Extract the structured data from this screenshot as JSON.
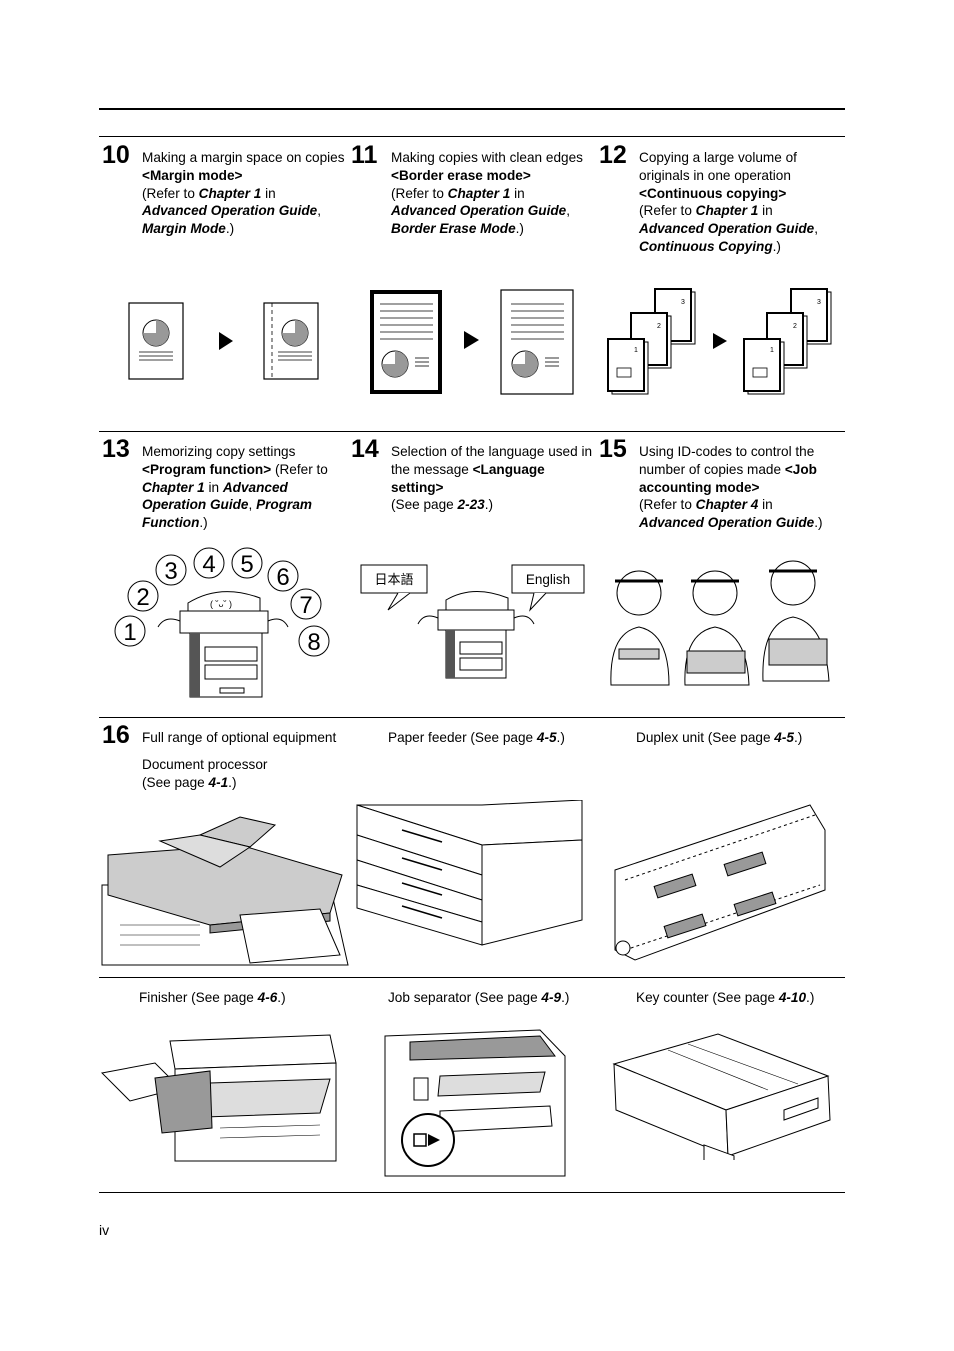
{
  "footer": {
    "page_number": "iv"
  },
  "items": {
    "i10": {
      "num": "10",
      "t1": "Making a margin space on copies ",
      "t2": "<Margin mode>",
      "t3": "(Refer to ",
      "t4": "Chapter 1",
      "t5": " in ",
      "t6": "Advanced Operation Guide",
      "t7": ",",
      "t8": "Margin Mode",
      "t9": ".)"
    },
    "i11": {
      "num": "11",
      "t1": "Making copies with clean edges ",
      "t2": "<Border erase mode>",
      "t3": "(Refer to ",
      "t4": "Chapter 1",
      "t5": " in ",
      "t6": "Advanced Operation Guide",
      "t7": ",",
      "t8": "Border Erase Mode",
      "t9": ".)"
    },
    "i12": {
      "num": "12",
      "t1": "Copying a large volume of originals in one operation ",
      "t2": "<Continuous copying>",
      "t3": "(Refer to ",
      "t4": "Chapter 1",
      "t5": " in ",
      "t6": "Advanced Operation Guide",
      "t7": ",",
      "t8": "Continuous Copying",
      "t9": ".)"
    },
    "i13": {
      "num": "13",
      "t1": "Memorizing copy settings ",
      "t2": "<Program function>",
      "t3": " (Refer to ",
      "t4": "Chapter 1",
      "t5": " in ",
      "t6": "Advanced Operation Guide",
      "t7": ", ",
      "t8": "Program Function",
      "t9": ".)"
    },
    "i14": {
      "num": "14",
      "t1": "Selection of the language used in the message ",
      "t2": "<Language setting>",
      "t3": "(See page ",
      "t4": "2-23",
      "t5": ".)"
    },
    "i15": {
      "num": "15",
      "t1": "Using ID-codes to control the number of copies made ",
      "t2": "<Job accounting mode>",
      "t3": "(Refer to ",
      "t4": "Chapter 4",
      "t5": " in ",
      "t6": "Advanced Operation Guide",
      "t7": ".)"
    },
    "i16": {
      "num": "16",
      "t1": "Full range of optional equipment",
      "t2": "Document processor",
      "t3": "(See page ",
      "t4": "4-1",
      "t5": ".)"
    },
    "paper_feeder": {
      "t1": "Paper feeder (See page ",
      "t2": "4-5",
      "t3": ".)"
    },
    "duplex": {
      "t1": "Duplex unit (See page ",
      "t2": "4-5",
      "t3": ".)"
    },
    "finisher": {
      "t1": "Finisher (See page ",
      "t2": "4-6",
      "t3": ".)"
    },
    "job_sep": {
      "t1": "Job separator (See page ",
      "t2": "4-9",
      "t3": ".)"
    },
    "key_counter": {
      "t1": "Key counter (See page ",
      "t2": "4-10",
      "t3": ".)"
    }
  },
  "illustrations": {
    "program_numbers": [
      "1",
      "2",
      "3",
      "4",
      "5",
      "6",
      "7",
      "8"
    ],
    "lang_japanese": "日本語",
    "lang_english": "English",
    "stack_numbers": [
      "1",
      "2",
      "3"
    ]
  },
  "colors": {
    "ink": "#000000",
    "gray": "#999999",
    "light_gray": "#cccccc"
  }
}
